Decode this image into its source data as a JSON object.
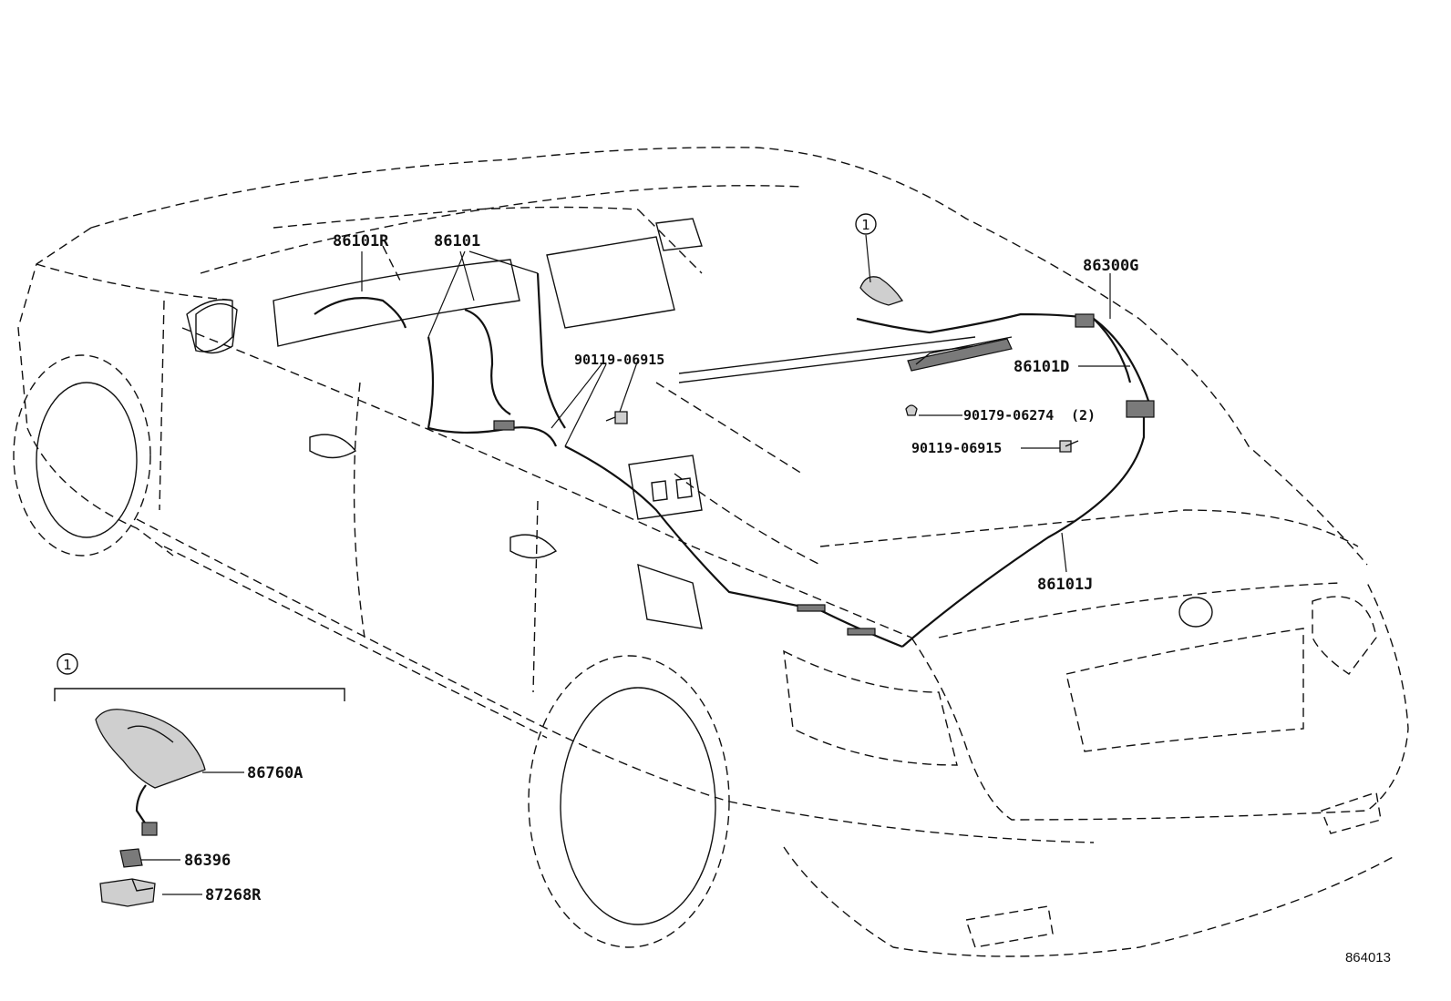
{
  "callouts": {
    "harness_r": "86101R",
    "harness_main": "86101",
    "bolt_front": "90119-06915",
    "antenna_assy": "86300G",
    "harness_d": "86101D",
    "clip": "90179-06274",
    "clip_qty": "(2)",
    "bolt_rear": "90119-06915",
    "harness_j": "86101J",
    "antenna_cap": "86760A",
    "pad": "86396",
    "bracket": "87268R"
  },
  "detail_marker": "1",
  "figure_number": "864013"
}
